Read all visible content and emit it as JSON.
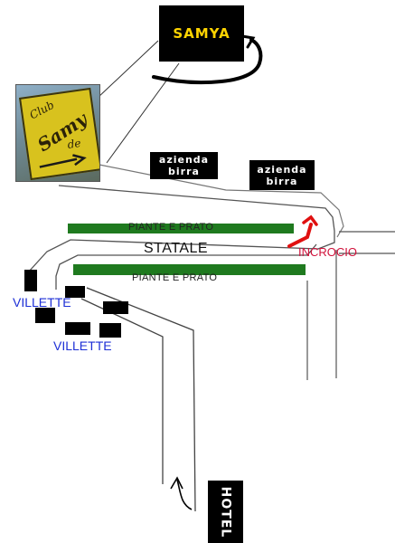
{
  "landmarks": {
    "samya": "SAMYA",
    "azienda_birra_1": [
      "azienda",
      "birra"
    ],
    "azienda_birra_2": [
      "azienda",
      "birra"
    ],
    "hotel": "HOTEL"
  },
  "roads": {
    "piante_prato_top": "PIANTE E PRATO",
    "statale": "STATALE",
    "piante_prato_bottom": "PIANTE E PRATO",
    "incrocio": "INCROCIO"
  },
  "areas": {
    "villette_1": "VILLETTE",
    "villette_2": "VILLETTE"
  },
  "sign": {
    "club": "Club",
    "samy": "Samy",
    "de": "de"
  },
  "colors": {
    "green_strip": "#1f7a1f",
    "incrocio_red": "#d0103a",
    "villette_blue": "#1d2fd6",
    "samya_yellow": "#ffd400",
    "sign_plate": "#d8c21e"
  }
}
